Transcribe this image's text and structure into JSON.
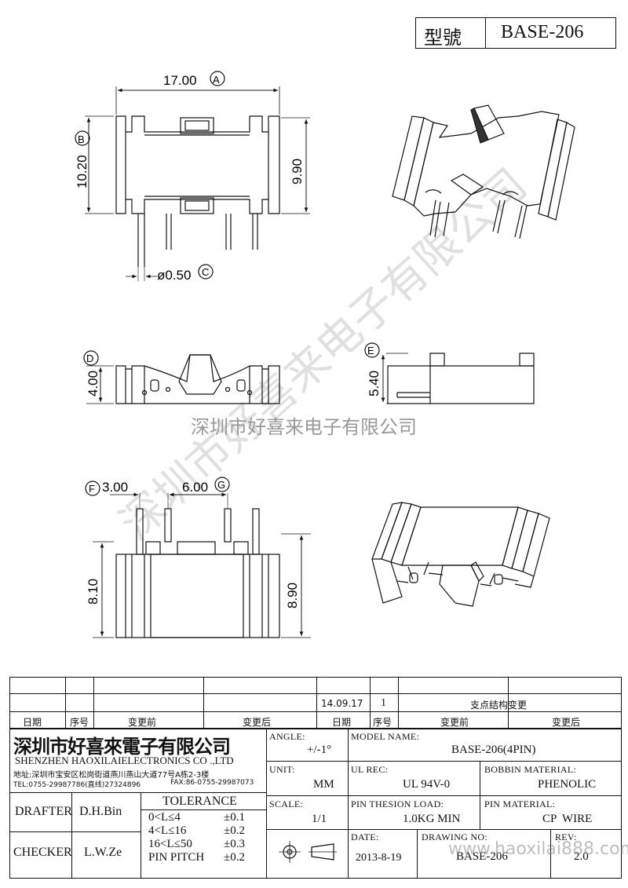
{
  "header": {
    "label": "型號",
    "model": "BASE-206"
  },
  "dimensions": {
    "top_width": "17.00",
    "top_width_ref": "A",
    "left_height": "10.20",
    "left_height_ref": "B",
    "right_height": "9.90",
    "pin_dia": "ø0.50",
    "pin_dia_ref": "C",
    "front_height": "4.00",
    "front_height_ref": "D",
    "side_height": "5.40",
    "side_height_ref": "E",
    "bottom_pitch1": "3.00",
    "bottom_pitch1_ref": "F",
    "bottom_pitch2": "6.00",
    "bottom_pitch2_ref": "G",
    "bottom_left_height": "8.10",
    "bottom_right_height": "8.90"
  },
  "watermarks": {
    "diagonal": "深圳市好喜来电子有限公司",
    "center": "深圳市好喜来电子有限公司",
    "footer": "www.haoxilai888.com"
  },
  "revision": {
    "row": {
      "date": "14.09.17",
      "no": "1",
      "before": "支点结构变更",
      "after": ""
    },
    "headers": [
      "日期",
      "序号",
      "变更前",
      "变更后",
      "日期",
      "序号",
      "变更前",
      "变更后"
    ]
  },
  "company": {
    "name_cn": "深圳市好喜來電子有限公司",
    "name_en": "SHENZHEN HAOXILAIELECTRONICS CO .,LTD",
    "address": "地址:深圳市宝安区松岗街道燕川燕山大道77号A栋2-3楼",
    "tel": "TEL:0755-29987786(直线)27324896",
    "fax": "FAX:86-0755-29987073"
  },
  "title_block": {
    "angle_label": "ANGLE:",
    "angle_value": "+/-1°",
    "model_name_label": "MODEL NAME:",
    "model_name_value": "BASE-206(4PIN)",
    "unit_label": "UNIT:",
    "unit_value": "MM",
    "ul_rec_label": "UL REC:",
    "ul_rec_value": "UL 94V-0",
    "bobbin_material_label": "BOBBIN MATERIAL:",
    "bobbin_material_value": "PHENOLIC",
    "scale_label": "SCALE:",
    "scale_value": "1/1",
    "pin_tension_label": "PIN THESION LOAD:",
    "pin_tension_value": "1.0KG MIN",
    "pin_material_label": "PIN MATERIAL:",
    "pin_material_value": "CP  WIRE",
    "date_label": "DATE:",
    "date_value": "2013-8-19",
    "drawing_no_label": "DRAWING NO:",
    "drawing_no_value": "BASE-206",
    "rev_label": "REV:",
    "rev_value": "2.0",
    "drafter_label": "DRAFTER",
    "drafter_value": "D.H.Bin",
    "checker_label": "CHECKER",
    "checker_value": "L.W.Ze",
    "tolerance_label": "TOLERANCE",
    "tolerance_rows": [
      {
        "range": "0<L≤4",
        "tol": "±0.1"
      },
      {
        "range": "4<L≤16",
        "tol": "±0.2"
      },
      {
        "range": "16<L≤50",
        "tol": "±0.3"
      },
      {
        "range": "PIN PITCH",
        "tol": "±0.2"
      }
    ]
  }
}
